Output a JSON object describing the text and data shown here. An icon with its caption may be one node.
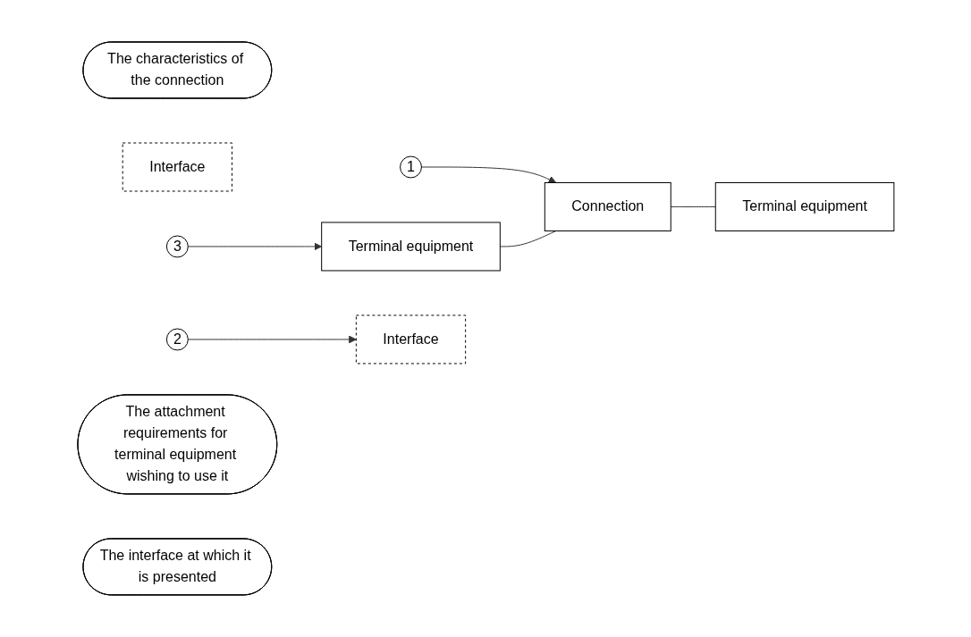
{
  "diagram": {
    "nodes": [
      {
        "text": [
          "The characteristics of the connection"
        ]
      },
      {
        "text": [
          "1"
        ]
      },
      {
        "text": [
          "Terminal equipment"
        ]
      },
      {
        "text": [
          "Interface"
        ]
      },
      {
        "text": [
          "Connection"
        ]
      },
      {
        "text": [
          "Interface"
        ]
      },
      {
        "text": [
          "Terminal equipment"
        ]
      },
      {
        "text": [
          "3"
        ]
      },
      {
        "text": [
          "2"
        ]
      },
      {
        "text": [
          "The attachment requirements for terminal equipment wishing to use it"
        ]
      },
      {
        "text": [
          "The interface at which it is presented"
        ]
      }
    ],
    "edges": [
      {
        "from": 1,
        "to": 4,
        "arrow": "to"
      },
      {
        "from": 2,
        "to": 4,
        "arrow": "none"
      },
      {
        "from": 4,
        "to": 6,
        "arrow": "none"
      },
      {
        "from": 7,
        "to": 2,
        "arrow": "to"
      },
      {
        "from": 8,
        "to": 5,
        "arrow": "to"
      }
    ]
  }
}
